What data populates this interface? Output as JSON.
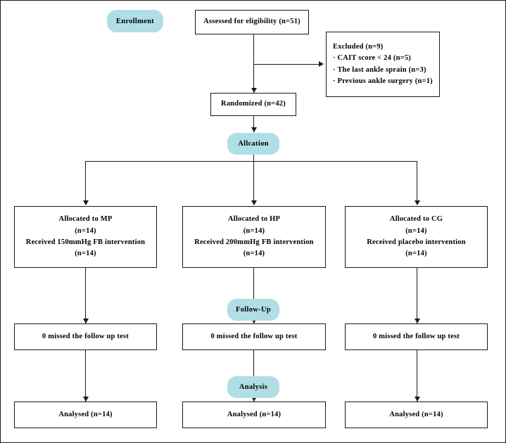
{
  "diagram": {
    "title": "CONSORT participant flow diagram",
    "accent_color": "#afdfe4",
    "line_color": "#1a1a1a",
    "background_color": "#ffffff"
  },
  "stage_badges": {
    "enrollment": "Enrollment",
    "allocation": "Allcation",
    "follow_up": "Follow-Up",
    "analysis": "Analysis"
  },
  "enrollment": {
    "assessed": "Assessed for eligibility (n=51)",
    "randomized": "Randomized (n=42)",
    "excluded": {
      "heading": "Excluded (n=9)",
      "reasons": [
        "· CAIT score  < 24 (n=5)",
        "· The last ankle sprain (n=3)",
        "· Previous ankle surgery (n=1)"
      ]
    }
  },
  "allocation": {
    "groups": [
      {
        "line1": "Allocated to MP",
        "line2": "(n=14)",
        "line3": "Received 150mmHg FB intervention",
        "line4": "(n=14)"
      },
      {
        "line1": "Allocated to HP",
        "line2": "(n=14)",
        "line3": "Received 200mmHg FB intervention",
        "line4": "(n=14)"
      },
      {
        "line1": "Allocated to CG",
        "line2": "(n=14)",
        "line3": "Received placebo intervention",
        "line4": "(n=14)"
      }
    ]
  },
  "follow_up": {
    "groups": [
      {
        "text": "0 missed the follow up test"
      },
      {
        "text": "0 missed the follow up test"
      },
      {
        "text": "0 missed the follow up test"
      }
    ]
  },
  "analysis": {
    "groups": [
      {
        "text": "Analysed (n=14)"
      },
      {
        "text": "Analysed (n=14)"
      },
      {
        "text": "Analysed (n=14)"
      }
    ]
  }
}
